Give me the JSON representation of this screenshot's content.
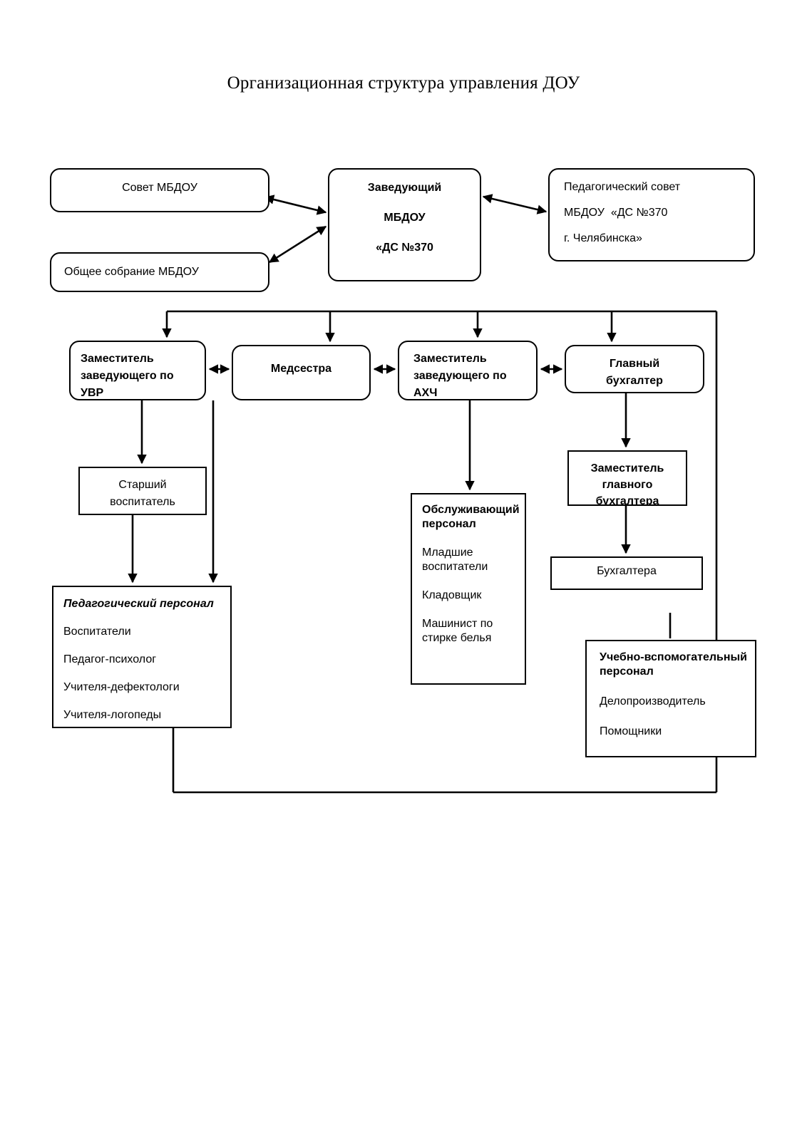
{
  "title": "Организационная структура управления ДОУ",
  "nodes": {
    "sovet": {
      "label": "Совет МБДОУ"
    },
    "sobranie": {
      "label": "Общее собрание МБДОУ"
    },
    "zaveduyushiy": {
      "line1": "Заведующий",
      "line2": "МБДОУ",
      "line3": "«ДС №370"
    },
    "pedsovet": {
      "line1": "Педагогический совет",
      "line2": "МБДОУ  «ДС №370",
      "line3": "г. Челябинска»"
    },
    "zam_uvr": {
      "line1": "Заместитель",
      "line2": "заведующего по",
      "line3": "УВР"
    },
    "medsestra": {
      "label": "Медсестра"
    },
    "zam_ahch": {
      "line1": "Заместитель",
      "line2": "заведующего по",
      "line3": "АХЧ"
    },
    "glavbuh": {
      "line1": "Главный",
      "line2": "бухгалтер"
    },
    "starshiy_vospitatel": {
      "line1": "Старший",
      "line2": "воспитатель"
    },
    "ped_personal": {
      "header": "Педагогический персонал",
      "items": [
        "Воспитатели",
        "Педагог-психолог",
        "Учителя-дефектологи",
        "Учителя-логопеды"
      ]
    },
    "obsluzh_personal": {
      "header": "Обслуживающий персонал",
      "items": [
        "Младшие воспитатели",
        "Кладовщик",
        "Машинист по стирке белья"
      ]
    },
    "zam_glavbuh": {
      "line1": "Заместитель",
      "line2": "главного",
      "line3": "бухгалтера"
    },
    "buhgaltera": {
      "label": "Бухгалтера"
    },
    "uvp": {
      "header": "Учебно-вспомогательный персонал",
      "items": [
        "Делопроизводитель",
        "Помощники"
      ]
    }
  },
  "colors": {
    "stroke": "#000000",
    "background": "#ffffff",
    "text": "#000000"
  }
}
